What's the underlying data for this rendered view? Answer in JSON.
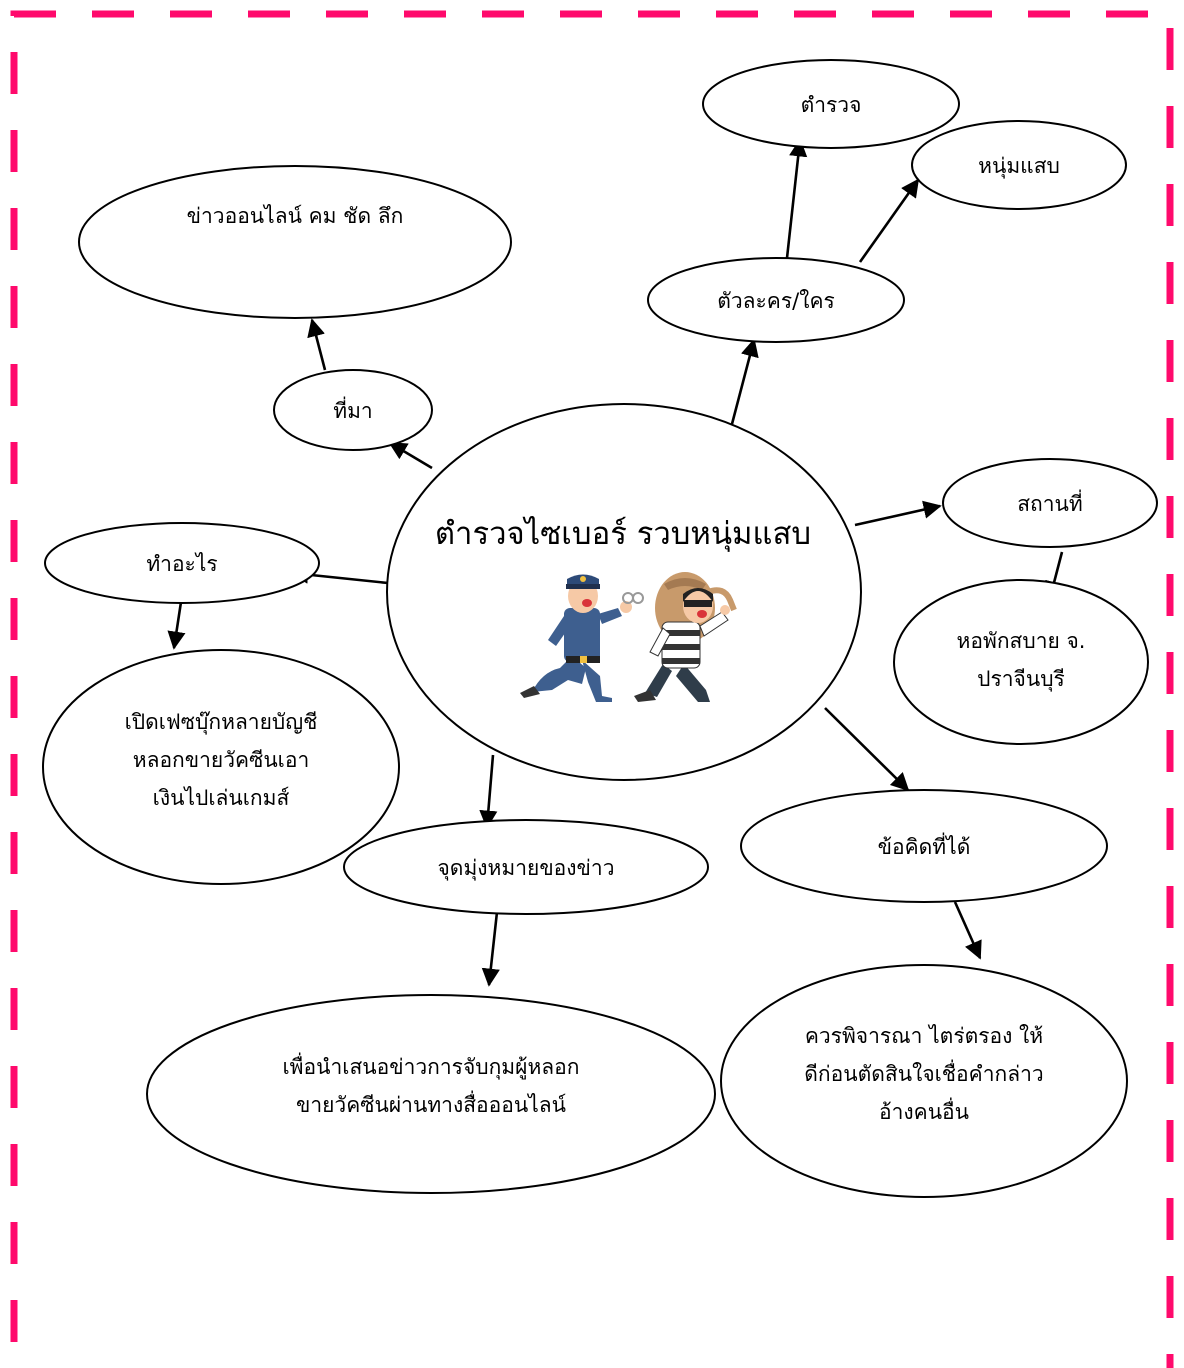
{
  "colors": {
    "border": "#ff0a6c",
    "stroke": "#000000",
    "background": "#ffffff"
  },
  "icons": [
    "police-officer-running-icon",
    "thief-with-sack-running-icon"
  ],
  "diagram": {
    "center": {
      "label": "ตำรวจไซเบอร์ รวบหนุ่มแสบ"
    },
    "nodes": {
      "police": {
        "label": "ตำรวจ"
      },
      "young_man": {
        "label": "หนุ่มแสบ"
      },
      "source_value": {
        "label": "ข่าวออนไลน์ คม ชัด ลึก"
      },
      "characters": {
        "label": "ตัวละคร/ใคร"
      },
      "source": {
        "label": "ที่มา"
      },
      "place": {
        "label": "สถานที่"
      },
      "place_value": {
        "label": "หอพักสบาย จ.\nปราจีนบุรี"
      },
      "what": {
        "label": "ทำอะไร"
      },
      "what_value": {
        "label": "เปิดเฟซบุ๊กหลายบัญชี\nหลอกขายวัคซีนเอา\nเงินไปเล่นเกมส์"
      },
      "purpose": {
        "label": "จุดมุ่งหมายของข่าว"
      },
      "purpose_value": {
        "label": "เพื่อนำเสนอข่าวการจับกุมผู้หลอก\nขายวัคซีนผ่านทางสื่อออนไลน์"
      },
      "lesson": {
        "label": "ข้อคิดที่ได้"
      },
      "lesson_value": {
        "label": "ควรพิจารณา ไตร่ตรอง ให้\nดีก่อนตัดสินใจเชื่อคำกล่าว\nอ้างคนอื่น"
      }
    }
  }
}
